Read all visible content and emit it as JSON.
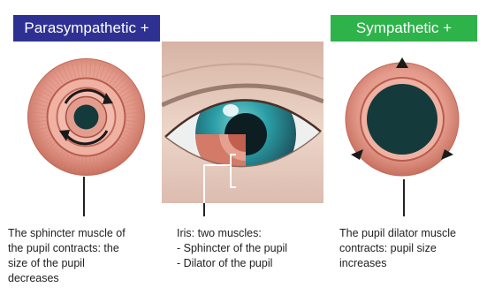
{
  "left_panel": {
    "badge": "Parasympathetic +",
    "badge_color": "#2e3192",
    "caption_lines": [
      "The sphincter muscle of",
      "the pupil contracts: the",
      "size of the pupil",
      "decreases"
    ]
  },
  "center_panel": {
    "caption_lines": [
      "Iris: two muscles:",
      "- Sphincter of the pupil",
      "- Dilator of the pupil"
    ]
  },
  "right_panel": {
    "badge": "Sympathetic +",
    "badge_color": "#2eb24a",
    "caption_lines": [
      "The pupil dilator muscle",
      "contracts: pupil size",
      "increases"
    ]
  },
  "colors": {
    "iris_outer": "#e2988a",
    "iris_ring": "#c9695a",
    "sphincter": "#e8a898",
    "pupil": "#143a3c",
    "eye_iris": "#2a9ea6",
    "skin": "#e8cfc0"
  }
}
